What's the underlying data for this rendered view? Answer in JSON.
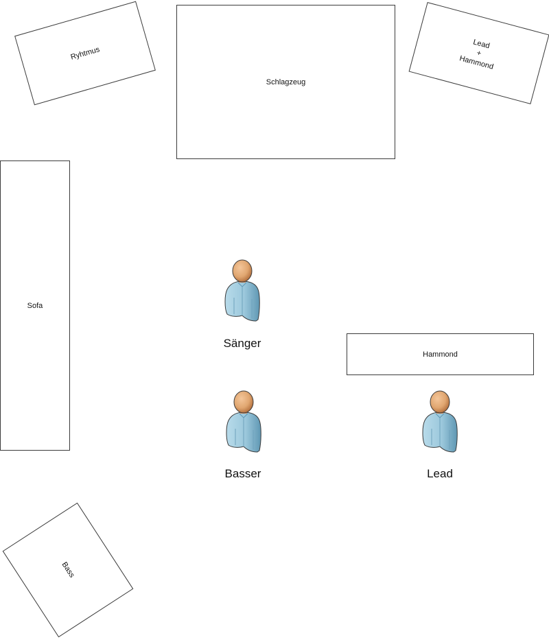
{
  "furniture": {
    "schlagzeug": "Schlagzeug",
    "sofa": "Sofa",
    "hammond": "Hammond",
    "rhythm": "Ryhtmus",
    "lead_hammond": [
      "Lead",
      "+",
      "Hammond"
    ],
    "bass": "Bass"
  },
  "people": {
    "saenger": "Sänger",
    "basser": "Basser",
    "lead": "Lead"
  },
  "colors": {
    "person_body": "#9cc8dc",
    "person_body_shade": "#5f97b3",
    "person_head": "#e0a670",
    "person_head_shade": "#b06c3a",
    "outline": "#3a3a3a"
  },
  "icons": {
    "person": "person-icon"
  }
}
